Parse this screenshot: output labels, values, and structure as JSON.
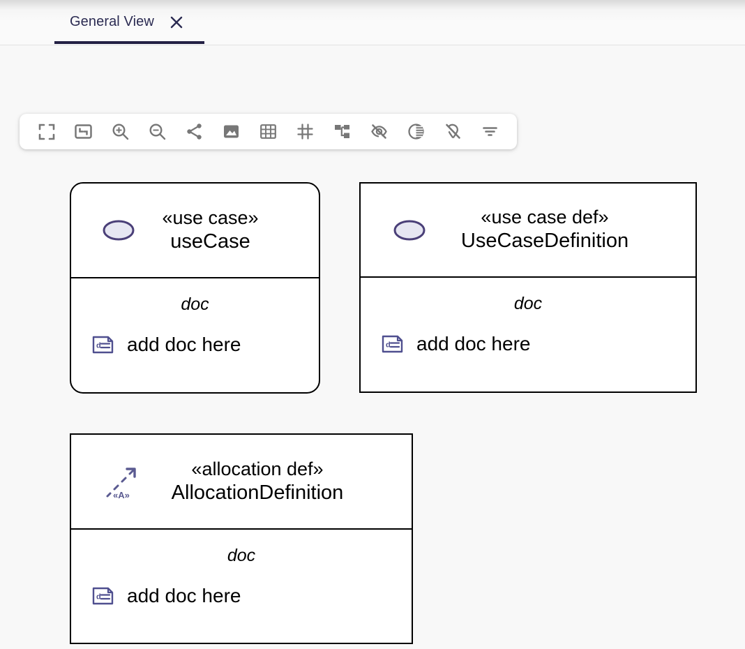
{
  "window": {
    "background": "#f8f8f8",
    "accent": "#232144"
  },
  "tabs": [
    {
      "label": "General View",
      "close_icon": "close-icon",
      "active": true
    }
  ],
  "toolbar": {
    "buttons": [
      {
        "name": "fit-to-screen-icon",
        "title": "Fit to screen"
      },
      {
        "name": "fit-to-selection-icon",
        "title": "Fit to selection"
      },
      {
        "name": "zoom-in-icon",
        "title": "Zoom in"
      },
      {
        "name": "zoom-out-icon",
        "title": "Zoom out"
      },
      {
        "name": "share-icon",
        "title": "Share"
      },
      {
        "name": "export-image-icon",
        "title": "Export image"
      },
      {
        "name": "grid-icon",
        "title": "Toggle grid"
      },
      {
        "name": "snap-to-grid-icon",
        "title": "Snap to grid"
      },
      {
        "name": "hierarchy-layout-icon",
        "title": "Hierarchy layout"
      },
      {
        "name": "hide-elements-icon",
        "title": "Hide elements"
      },
      {
        "name": "contrast-icon",
        "title": "Contrast"
      },
      {
        "name": "hide-markers-icon",
        "title": "Hide markers"
      },
      {
        "name": "filter-icon",
        "title": "Filter"
      }
    ]
  },
  "diagram": {
    "nodes": [
      {
        "id": "use-case",
        "icon": "use-case-ellipse-icon",
        "stereotype": "«use case»",
        "name": "useCase",
        "shape": "rounded",
        "compartment": {
          "label": "doc",
          "item_icon": "documentation-icon",
          "item_text": "add doc here"
        }
      },
      {
        "id": "use-case-definition",
        "icon": "use-case-ellipse-icon",
        "stereotype": "«use case def»",
        "name": "UseCaseDefinition",
        "shape": "rectangle",
        "compartment": {
          "label": "doc",
          "item_icon": "documentation-icon",
          "item_text": "add doc here"
        }
      },
      {
        "id": "allocation-definition",
        "icon": "allocation-arrow-icon",
        "stereotype": "«allocation def»",
        "name": "AllocationDefinition",
        "shape": "rectangle",
        "compartment": {
          "label": "doc",
          "item_icon": "documentation-icon",
          "item_text": "add doc here"
        }
      }
    ]
  },
  "colors": {
    "icon_purple": "#4f4f8f",
    "ellipse_fill": "#e6e6f2",
    "ellipse_stroke": "#4a3f78",
    "toolbar_icon": "#777777",
    "node_border": "#000000"
  }
}
